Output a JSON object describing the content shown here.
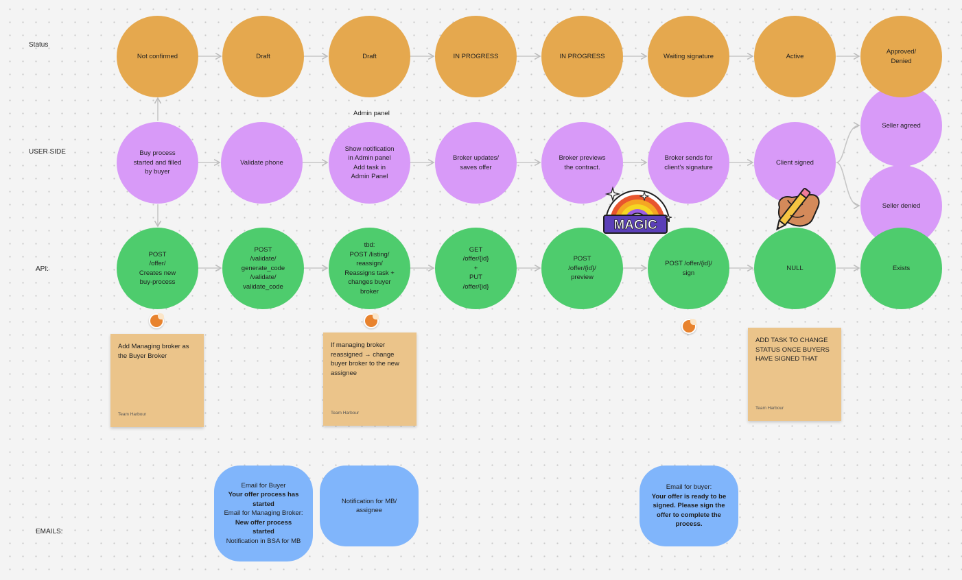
{
  "row_labels": {
    "status": "Status",
    "user_side": "USER SIDE",
    "api": "API:",
    "emails": "EMAILS:"
  },
  "admin_panel_label": "Admin panel",
  "status_nodes": [
    "Not confirmed",
    "Draft",
    "Draft",
    "IN PROGRESS",
    "IN PROGRESS",
    "Waiting signature",
    "Active",
    "Approved/\nDenied"
  ],
  "user_nodes": [
    "Buy process\nstarted and filled\nby buyer",
    "Validate phone",
    "Show notification\nin Admin panel\nAdd task in\nAdmin Panel",
    "Broker updates/\nsaves offer",
    "Broker previews\nthe contract.",
    "Broker sends for\nclient's signature",
    "Client signed"
  ],
  "seller_nodes": [
    "Seller agreed",
    "Seller denied"
  ],
  "api_nodes": [
    "POST\n/offer/\nCreates new\nbuy-process",
    "POST\n/validate/\ngenerate_code\n/validate/\nvalidate_code",
    "tbd:\nPOST /listing/\nreassign/\nReassigns task +\nchanges buyer\nbroker",
    "GET\n/offer/{id}\n+\nPUT\n/offer/{id}",
    "POST\n/offer/{id}/\npreview",
    "POST /offer/{id}/\nsign",
    "NULL",
    "Exists"
  ],
  "stickies": [
    {
      "text": "Add Managing broker as the Buyer Broker",
      "author": "Team Harbour"
    },
    {
      "text": "If managing broker reassigned → change buyer broker to the new assignee",
      "author": "Team Harbour"
    },
    {
      "text": "ADD TASK TO CHANGE STATUS ONCE BUYERS HAVE SIGNED THAT",
      "author": "Team Harbour"
    }
  ],
  "emails": {
    "e1": {
      "l1": "Email for Buyer",
      "l2": "Your offer process has started",
      "l3": "Email for Managing Broker:",
      "l4": "New offer process started",
      "l5": "Notification in BSA for MB"
    },
    "e2": {
      "l1": "Notification for MB/ assignee"
    },
    "e3": {
      "l1": "Email for buyer:",
      "l2": "Your offer is ready to be signed. Please sign the offer to complete the process."
    }
  },
  "stickers": {
    "magic_text": "MAGIC"
  },
  "colors": {
    "status": "#e5a84e",
    "user_side": "#d89af8",
    "api": "#4ecc6d",
    "sticky": "#ebc48a",
    "email": "#80b5fb",
    "connector": "#c6c6c6"
  }
}
